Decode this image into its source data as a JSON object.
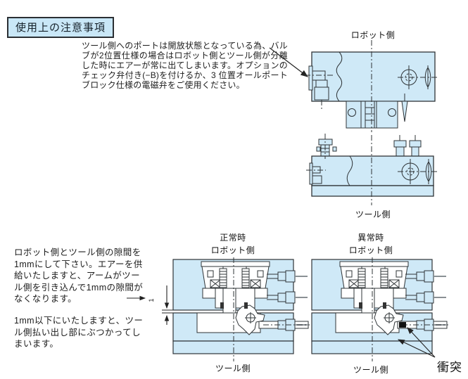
{
  "page": {
    "title": "使用上の注意事項"
  },
  "top_note": {
    "text": "ツール側へのポートは開放状態となっている為、バルブが2位置仕様の場合はロボット側とツール側が分離した時にエアーが常に出てしまいます。オプションのチェック弁付き(−B)を付けるか、3 位置オールポートブロック仕様の電磁弁をご使用ください。"
  },
  "top_figure": {
    "robot_label": "ロボット側",
    "tool_label": "ツール側"
  },
  "bottom_note": {
    "para1": "ロボット側とツール側の隙間を1mmにして下さい。エアーを供給いたしますと、アームがツール側を引き込んで1mmの隙間がなくなります。",
    "para2": "1mm以下にいたしますと、ツール側払い出し部にぶつかってしまいます。",
    "dimension_value": "1"
  },
  "normal_figure": {
    "condition_label": "正常時",
    "robot_label": "ロボット側",
    "tool_label": "ツール側"
  },
  "abnormal_figure": {
    "condition_label": "異常時",
    "robot_label": "ロボット側",
    "tool_label": "ツール側",
    "collision_label": "衝突"
  },
  "colors": {
    "diagram_fill": "#cfe9f7",
    "outline": "#2f3437",
    "stem_gray": "#8a9094",
    "title_fill": "#c9e7f7"
  }
}
